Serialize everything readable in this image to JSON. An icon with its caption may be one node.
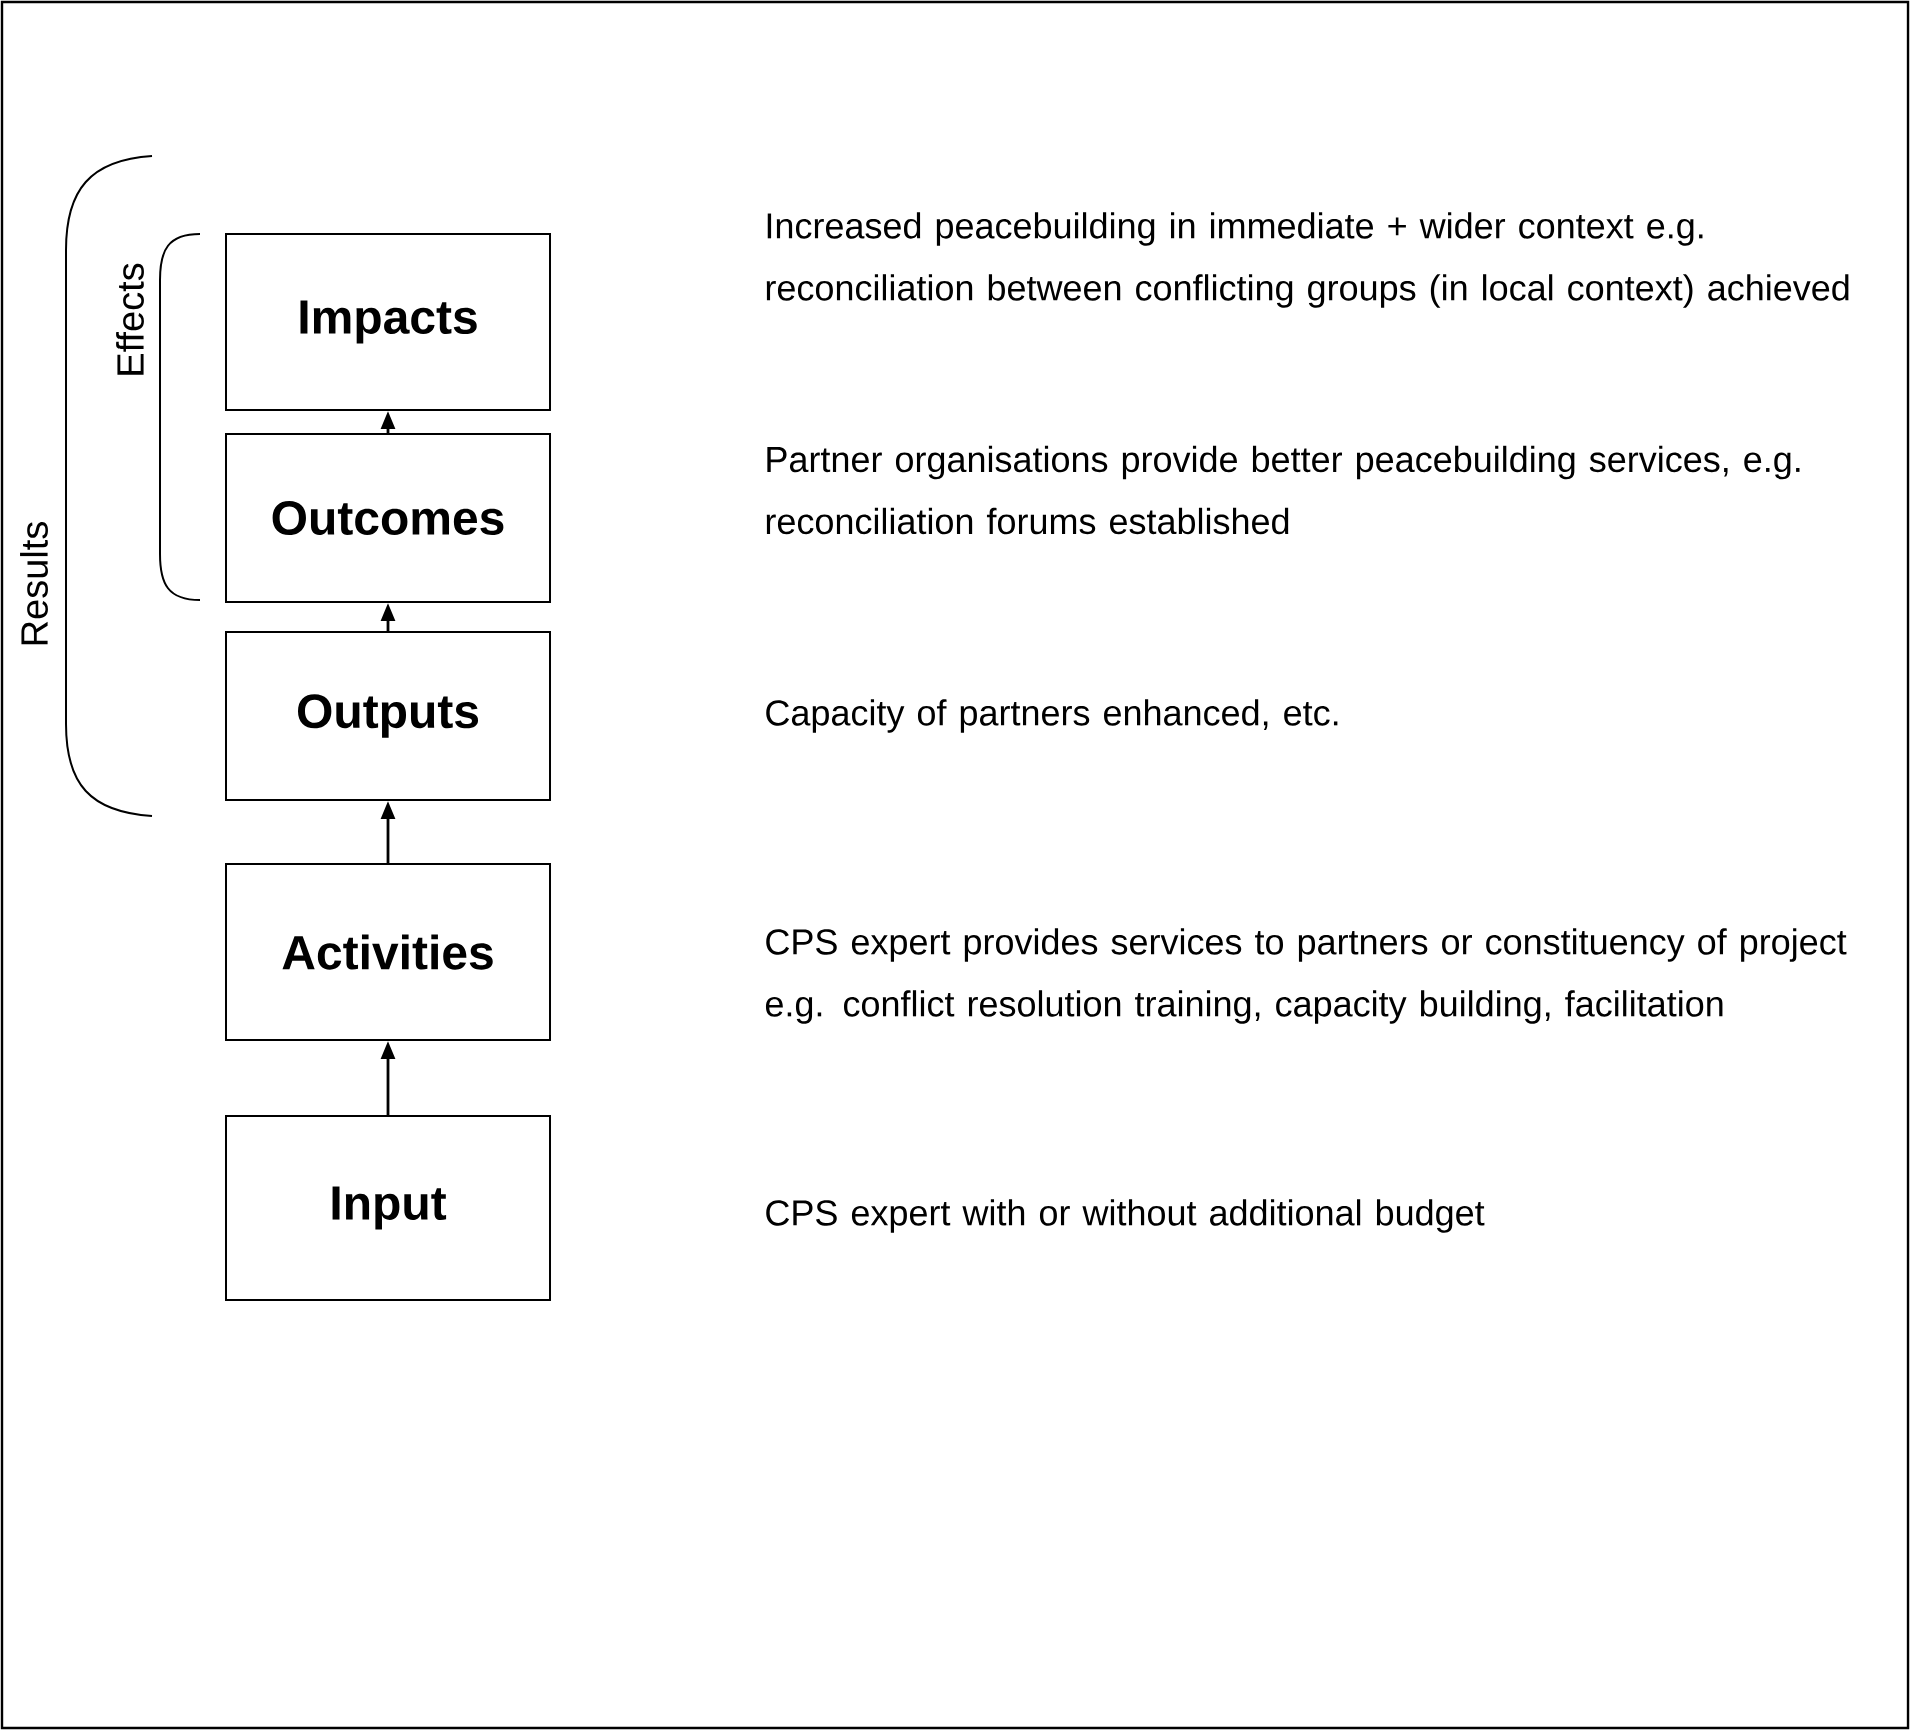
{
  "diagram": {
    "nodes": [
      {
        "text": [
          "Impacts"
        ]
      },
      {
        "text": [
          "Outcomes"
        ]
      },
      {
        "text": [
          "Outputs"
        ]
      },
      {
        "text": [
          "Activities"
        ]
      },
      {
        "text": [
          "Input"
        ]
      }
    ],
    "edges": [
      {
        "from": 1,
        "to": 0,
        "arrow": "to"
      },
      {
        "from": 2,
        "to": 1,
        "arrow": "to"
      },
      {
        "from": 3,
        "to": 2,
        "arrow": "to"
      },
      {
        "from": 4,
        "to": 3,
        "arrow": "to"
      }
    ],
    "labels": [
      "Results",
      "Effects",
      "Increased peacebuilding in immediate + wider context e.g. reconciliation between conflicting groups (in local context) achieved",
      "Partner organisations provide better peacebuilding services, e.g. reconciliation forums established",
      "Capacity of partners enhanced, etc.",
      "CPS expert provides services to partners or constituency of project e.g. conflict resolution training, capacity building, facilitation",
      "CPS expert with or without additional budget"
    ]
  }
}
